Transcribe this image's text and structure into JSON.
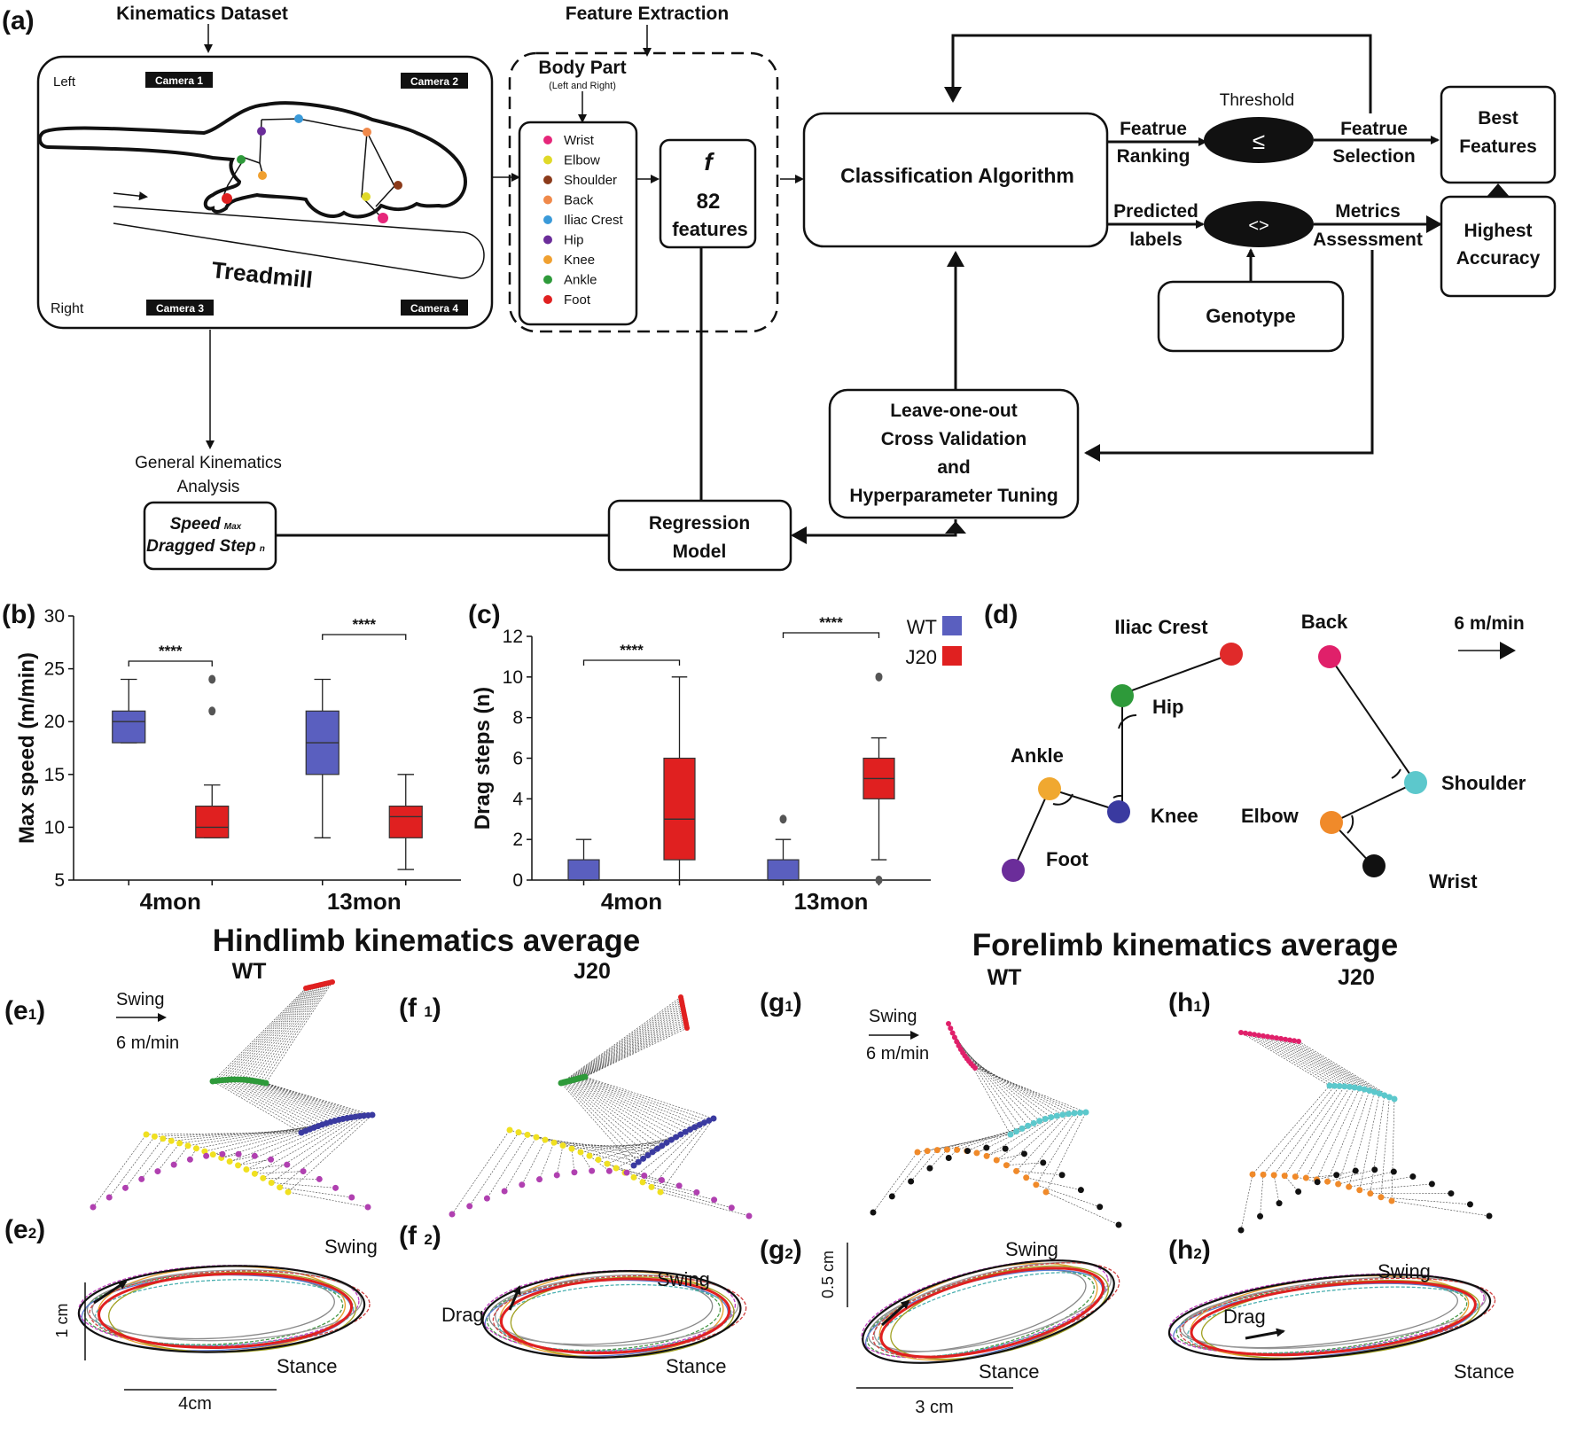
{
  "panel_labels": {
    "a": "(a)",
    "b": "(b)",
    "c": "(c)",
    "d": "(d)",
    "e1": "(e",
    "e1s": "1",
    "f1": "(f ",
    "f1s": "1",
    "g1": "(g",
    "g1s": "1",
    "h1": "(h",
    "h1s": "1",
    "e2": "(e",
    "e2s": "2",
    "f2": "(f ",
    "f2s": "2",
    "g2": "(g",
    "g2s": "2",
    "h2": "(h",
    "h2s": "2",
    "close": ")"
  },
  "panel_a": {
    "kinematics_dataset": "Kinematics Dataset",
    "feature_extraction": "Feature Extraction",
    "left": "Left",
    "right": "Right",
    "cameras": [
      "Camera 1",
      "Camera 2",
      "Camera 3",
      "Camera 4"
    ],
    "treadmill": "Treadmill",
    "body_part": "Body Part",
    "body_part_sub": "(Left and Right)",
    "body_parts": [
      {
        "name": "Wrist",
        "color": "#e6267a"
      },
      {
        "name": "Elbow",
        "color": "#e0d928"
      },
      {
        "name": "Shoulder",
        "color": "#8b3a1a"
      },
      {
        "name": "Back",
        "color": "#f0894a"
      },
      {
        "name": "Iliac Crest",
        "color": "#3a9ad9"
      },
      {
        "name": "Hip",
        "color": "#6b2d9a"
      },
      {
        "name": "Knee",
        "color": "#f0a030"
      },
      {
        "name": "Ankle",
        "color": "#2e9a3a"
      },
      {
        "name": "Foot",
        "color": "#e02020"
      }
    ],
    "f_symbol": "f",
    "features_count": "82",
    "features_word": "features",
    "classification": "Classification Algorithm",
    "featrue_ranking_1": "Featrue",
    "featrue_ranking_2": "Ranking",
    "threshold": "Threshold",
    "leq": "≤",
    "featrue_selection_1": "Featrue",
    "featrue_selection_2": "Selection",
    "best_features_1": "Best",
    "best_features_2": "Features",
    "predicted_1": "Predicted",
    "predicted_2": "labels",
    "neq": "<>",
    "metrics_1": "Metrics",
    "metrics_2": "Assessment",
    "highest_1": "Highest",
    "highest_2": "Accuracy",
    "genotype": "Genotype",
    "loo_1": "Leave-one-out",
    "loo_2": "Cross Validation",
    "loo_3": "and",
    "loo_4": "Hyperparameter Tuning",
    "regression_1": "Regression",
    "regression_2": "Model",
    "gka_1": "General Kinematics",
    "gka_2": "Analysis",
    "speed": "Speed",
    "speed_sub": "Max",
    "dragged": "Dragged Step",
    "dragged_sub": "n"
  },
  "panel_d": {
    "iliac": "Iliac Crest",
    "hip": "Hip",
    "ankle": "Ankle",
    "knee": "Knee",
    "foot": "Foot",
    "back": "Back",
    "shoulder": "Shoulder",
    "elbow": "Elbow",
    "wrist": "Wrist",
    "speed": "6 m/min",
    "colors": {
      "iliac": "#e02a2a",
      "hip": "#2e9a3a",
      "ankle": "#f0a830",
      "knee": "#3a3aa0",
      "foot": "#6b2d9a",
      "back": "#e0206a",
      "shoulder": "#5cc8cc",
      "elbow": "#f08a2a",
      "wrist": "#111111"
    }
  },
  "kinematics": {
    "hind_title": "Hindlimb kinematics average",
    "fore_title": "Forelimb kinematics average",
    "wt": "WT",
    "j20": "J20",
    "swing": "Swing",
    "stance": "Stance",
    "drag": "Drag",
    "speed": "6 m/min",
    "scale_1cm": "1 cm",
    "scale_4cm": "4cm",
    "scale_05cm": "0.5 cm",
    "scale_3cm": "3 cm"
  },
  "chart_data": [
    {
      "type": "box",
      "ylabel": "Max speed (m/min)",
      "categories": [
        "4mon",
        "13mon"
      ],
      "ylim": [
        5,
        30
      ],
      "yticks": [
        5,
        10,
        15,
        20,
        25,
        30
      ],
      "significance": [
        "****",
        "****"
      ],
      "series": [
        {
          "name": "WT",
          "color": "#5a5fbf",
          "boxes": [
            {
              "whisker_low": 18,
              "q1": 18,
              "median": 20,
              "q3": 21,
              "whisker_high": 24,
              "outliers": []
            },
            {
              "whisker_low": 9,
              "q1": 15,
              "median": 18,
              "q3": 21,
              "whisker_high": 24,
              "outliers": []
            }
          ]
        },
        {
          "name": "J20",
          "color": "#e02020",
          "boxes": [
            {
              "whisker_low": 9,
              "q1": 9,
              "median": 10,
              "q3": 12,
              "whisker_high": 14,
              "outliers": [
                21,
                24
              ]
            },
            {
              "whisker_low": 6,
              "q1": 9,
              "median": 11,
              "q3": 12,
              "whisker_high": 15,
              "outliers": []
            }
          ]
        }
      ]
    },
    {
      "type": "box",
      "ylabel": "Drag steps (n)",
      "categories": [
        "4mon",
        "13mon"
      ],
      "ylim": [
        0,
        12
      ],
      "yticks": [
        0,
        2,
        4,
        6,
        8,
        10,
        12
      ],
      "significance": [
        "****",
        "****"
      ],
      "legend": [
        {
          "name": "WT",
          "color": "#5a5fbf"
        },
        {
          "name": "J20",
          "color": "#e02020"
        }
      ],
      "series": [
        {
          "name": "WT",
          "color": "#5a5fbf",
          "boxes": [
            {
              "whisker_low": 0,
              "q1": 0,
              "median": 0,
              "q3": 1,
              "whisker_high": 2,
              "outliers": []
            },
            {
              "whisker_low": 0,
              "q1": 0,
              "median": 0,
              "q3": 1,
              "whisker_high": 2,
              "outliers": [
                3
              ]
            }
          ]
        },
        {
          "name": "J20",
          "color": "#e02020",
          "boxes": [
            {
              "whisker_low": 0,
              "q1": 1,
              "median": 3,
              "q3": 6,
              "whisker_high": 10,
              "outliers": []
            },
            {
              "whisker_low": 1,
              "q1": 4,
              "median": 5,
              "q3": 6,
              "whisker_high": 7,
              "outliers": [
                0,
                10
              ]
            }
          ]
        }
      ]
    }
  ]
}
